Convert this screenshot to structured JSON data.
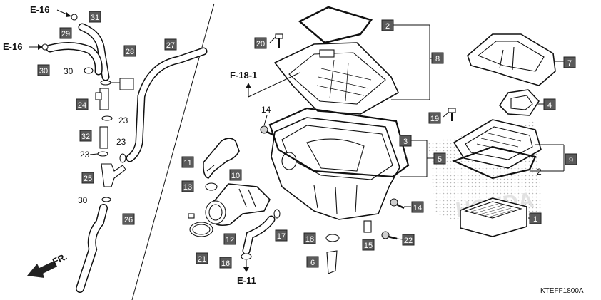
{
  "references": {
    "e16_top": "E-16",
    "e16_left": "E-16",
    "f18_1": "F-18-1",
    "e11": "E-11"
  },
  "callouts": {
    "p1": "1",
    "p2": "2",
    "p2b": "2",
    "p3": "3",
    "p4": "4",
    "p5": "5",
    "p6": "6",
    "p7": "7",
    "p8": "8",
    "p9": "9",
    "p10": "10",
    "p11": "11",
    "p12": "12",
    "p13": "13",
    "p14": "14",
    "p14b": "14",
    "p15": "15",
    "p16": "16",
    "p17": "17",
    "p18": "18",
    "p19": "19",
    "p20": "20",
    "p21": "21",
    "p22": "22",
    "p23a": "23",
    "p23b": "23",
    "p23c": "23",
    "p24": "24",
    "p25": "25",
    "p26": "26",
    "p27": "27",
    "p28": "28",
    "p29": "29",
    "p30": "30",
    "p30b": "30",
    "p30c": "30",
    "p31": "31",
    "p32": "32"
  },
  "direction_label": "FR.",
  "diagram_code": "KTEFF1800A",
  "watermark": "HONDA"
}
